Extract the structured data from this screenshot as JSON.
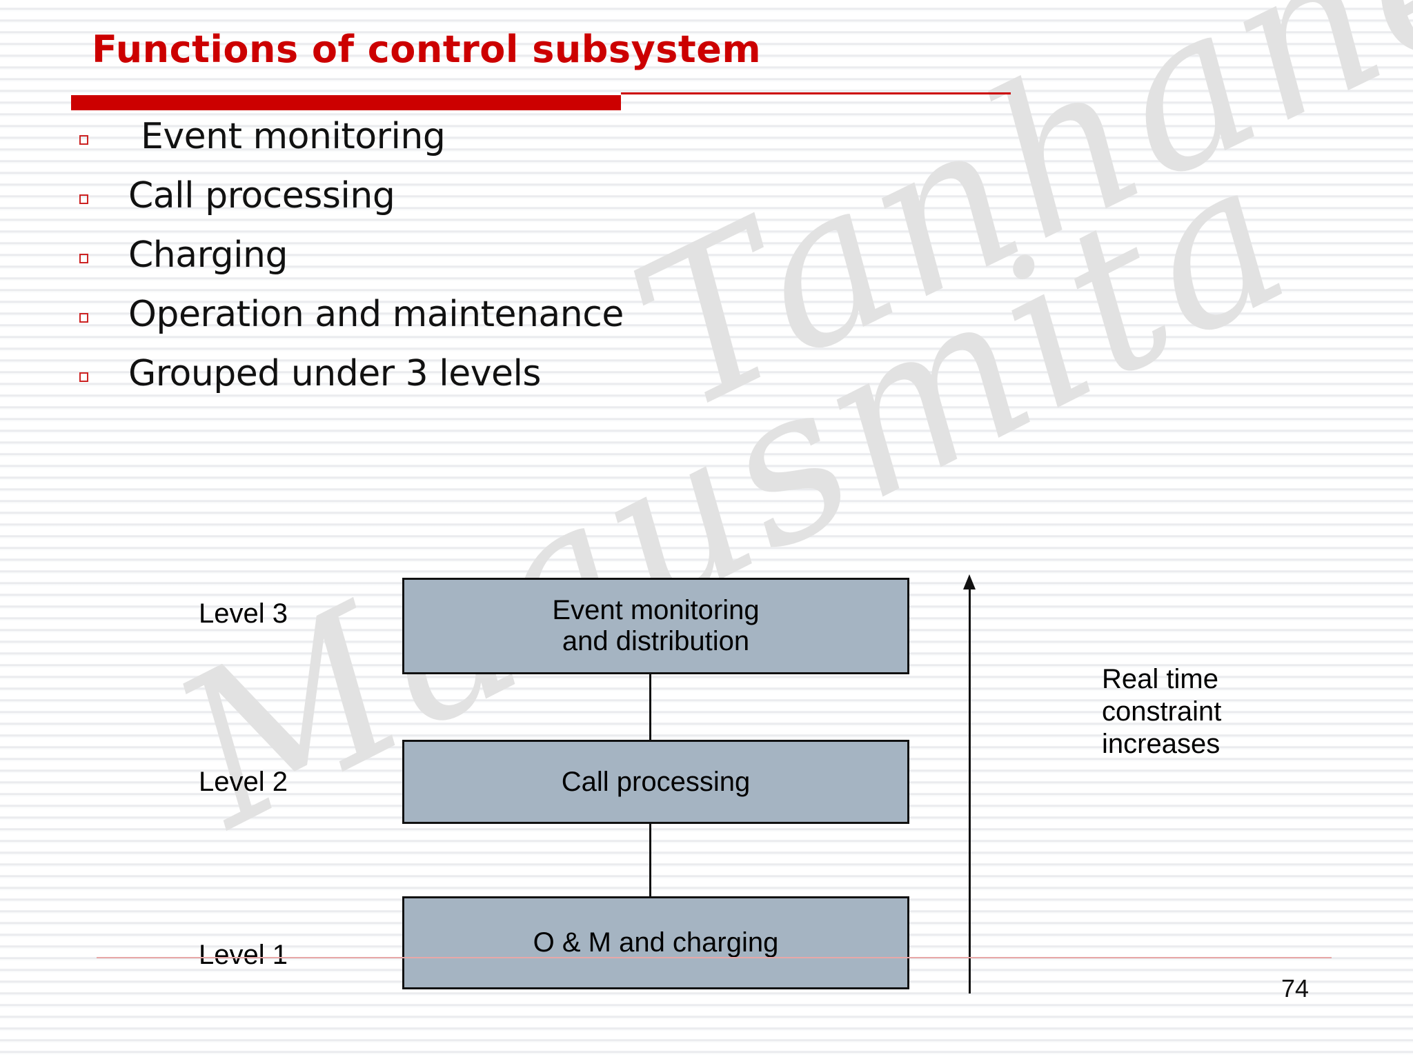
{
  "slide": {
    "title": "Functions of control subsystem",
    "page_number": "74",
    "title_color": "#cc0000",
    "rule_color": "#cc0000",
    "footer_rule_color": "#e8a7a7",
    "bullet_marker_color": "#cc2222",
    "box_fill_color": "#a5b4c2",
    "box_border_color": "#111111"
  },
  "watermark": {
    "line1": "Tanhane",
    "line2": "Maausmita"
  },
  "bullets": [
    {
      "text": "Event monitoring",
      "marker": "hollow-square"
    },
    {
      "text": "Call processing",
      "marker": "hollow-square"
    },
    {
      "text": "Charging",
      "marker": "hollow-square"
    },
    {
      "text": "Operation and maintenance",
      "marker": "hollow-square"
    },
    {
      "text": "Grouped under 3 levels",
      "marker": "hollow-square"
    }
  ],
  "diagram": {
    "levels": [
      {
        "label": "Level 3",
        "box_text": "Event monitoring\nand distribution"
      },
      {
        "label": "Level 2",
        "box_text": "Call processing"
      },
      {
        "label": "Level 1",
        "box_text": "O & M and charging"
      }
    ],
    "arrow": {
      "direction": "up",
      "caption": "Real time\nconstraint\nincreases"
    }
  }
}
